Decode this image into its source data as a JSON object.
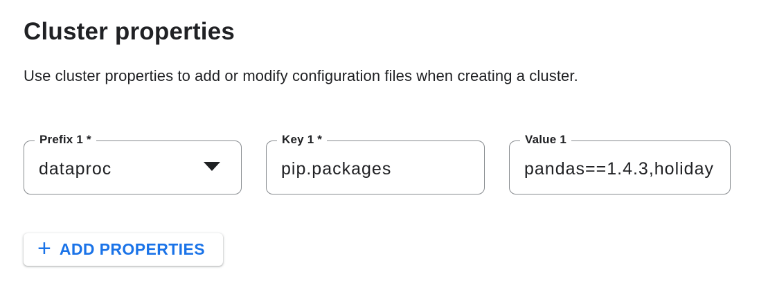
{
  "header": {
    "title": "Cluster properties",
    "description": "Use cluster properties to add or modify configuration files when creating a cluster."
  },
  "fields": [
    {
      "label": "Prefix 1 *",
      "value": "dataproc",
      "control": "dropdown",
      "required": true
    },
    {
      "label": "Key 1 *",
      "value": "pip.packages",
      "control": "text-input",
      "required": true
    },
    {
      "label": "Value 1",
      "value": "pandas==1.4.3,holiday",
      "control": "text-input",
      "required": false
    }
  ],
  "button": {
    "label": "ADD PROPERTIES",
    "icon_glyph": "+"
  },
  "icons": {
    "dropdown_arrow": "caret-down-filled",
    "add": "plus"
  },
  "colors": {
    "accent": "#1a73e8",
    "text_primary": "#202124",
    "field_border": "#85898d",
    "background": "#ffffff"
  }
}
